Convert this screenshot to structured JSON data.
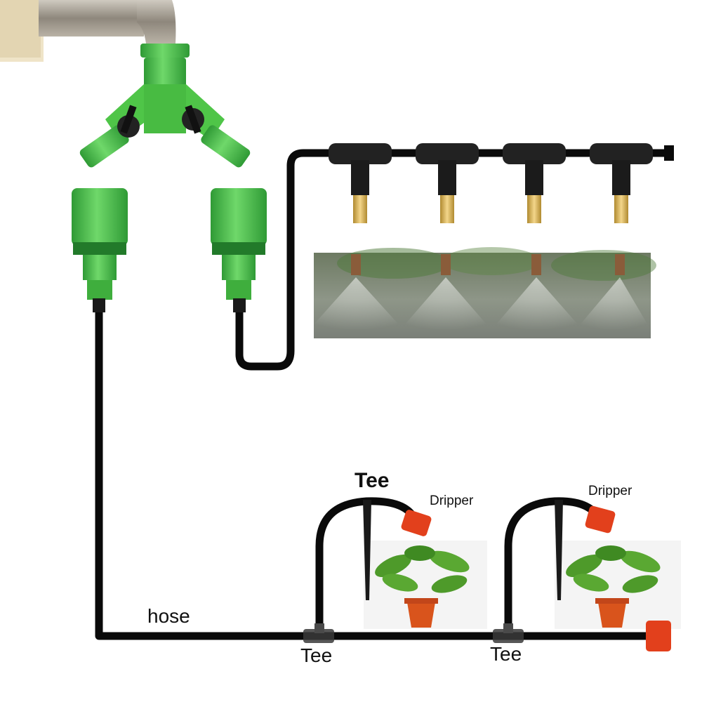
{
  "labels": {
    "hose": "hose",
    "tee_top": "Tee",
    "tee_left": "Tee",
    "tee_right": "Tee",
    "dripper_left": "Dripper",
    "dripper_right": "Dripper"
  },
  "colors": {
    "hose": "#0a0a0a",
    "connector_green": "#4fc548",
    "connector_dark_green": "#2f9a35",
    "brass_nozzle": "#d9b45a",
    "dripper_red": "#e2401c",
    "pot_orange": "#d9541c",
    "leaf_green": "#4e9a2a",
    "mist_photo_bg": "#7c8a72"
  },
  "icons": [
    "faucet-icon",
    "y-splitter-icon",
    "quick-connector-icon",
    "mist-nozzle-icon",
    "dripper-icon",
    "tee-connector-icon",
    "potted-plant-icon",
    "stake-icon"
  ]
}
